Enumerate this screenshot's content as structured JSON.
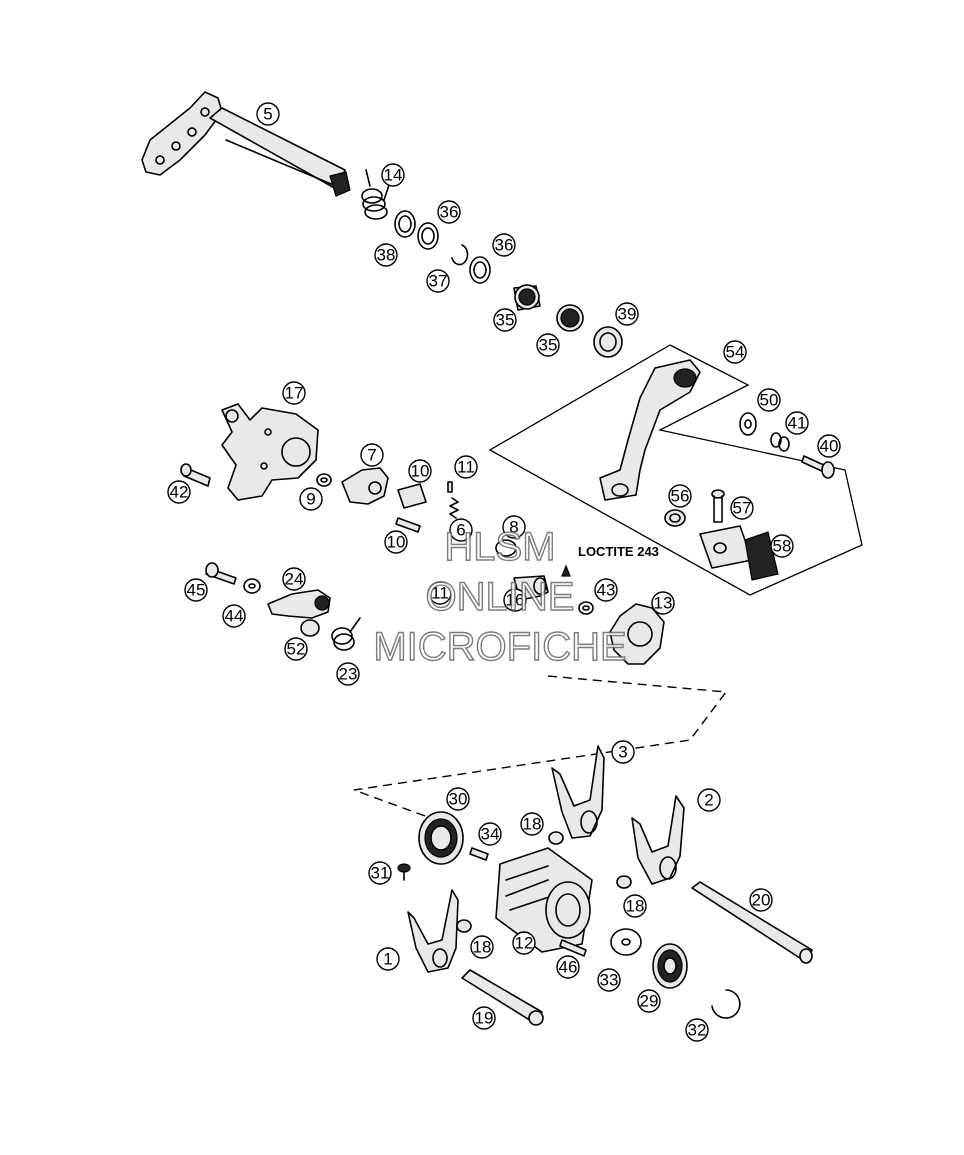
{
  "diagram": {
    "loctite_label": "LOCTITE 243",
    "watermark": [
      "HLSM",
      "ONLINE",
      "MICROFICHE"
    ],
    "callouts": [
      "5",
      "14",
      "36",
      "38",
      "37",
      "36",
      "35",
      "35",
      "39",
      "54",
      "17",
      "50",
      "41",
      "40",
      "7",
      "10",
      "11",
      "42",
      "9",
      "56",
      "57",
      "10",
      "6",
      "8",
      "58",
      "45",
      "24",
      "11",
      "16",
      "43",
      "13",
      "44",
      "52",
      "23",
      "3",
      "30",
      "2",
      "18",
      "34",
      "31",
      "12",
      "18",
      "20",
      "1",
      "18",
      "46",
      "33",
      "29",
      "19",
      "32"
    ]
  }
}
